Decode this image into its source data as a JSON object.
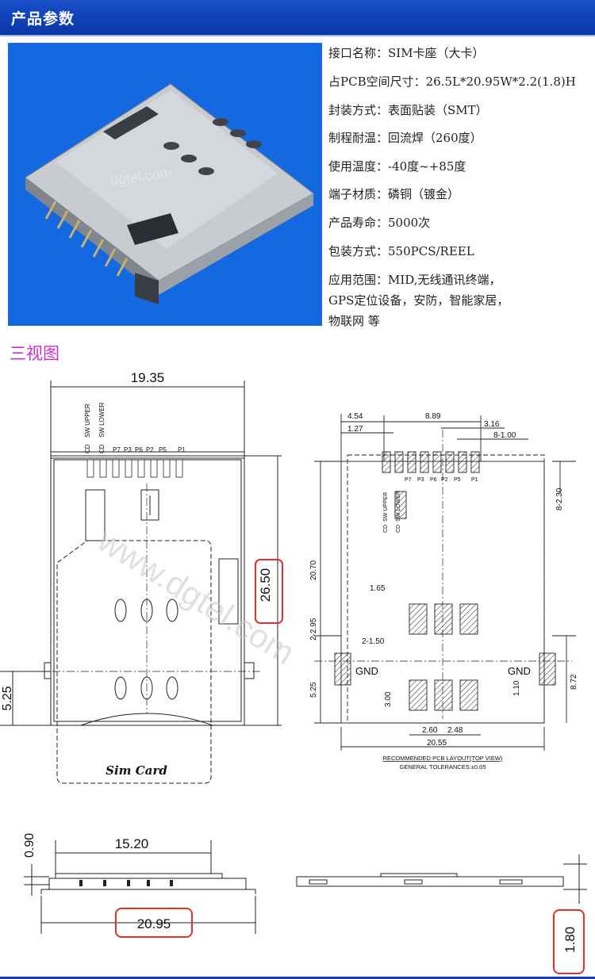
{
  "header": {
    "title": "产品参数"
  },
  "photo": {
    "watermark": "dgtel.com",
    "bg_color": "#1468e0"
  },
  "specs": {
    "lines": [
      "接口名称：SIM卡座（大卡）",
      "占PCB空间尺寸：26.5L*20.95W*2.2(1.8)H",
      "封装方式：表面贴装（SMT）",
      "制程耐温：回流焊（260度）",
      "使用温度：-40度~+85度",
      "端子材质：磷铜（镀金）",
      "产品寿命：5000次",
      "包装方式：550PCS/REEL",
      "应用范围：MID,无线通讯终端，",
      "GPS定位设备，安防，智能家居，",
      "物联网 等"
    ]
  },
  "section": {
    "title": "三视图"
  },
  "drawing_top": {
    "width_dim": "19.35",
    "height_dim": "26.50",
    "offset_dim": "5.25",
    "pin_labels": [
      "CD",
      "SW UPPER",
      "CD",
      "SW LOWER",
      "P7",
      "P3",
      "P6",
      "P2",
      "P5",
      "P1"
    ],
    "card_label": "Sim Card",
    "watermark": "www.dgtel.com"
  },
  "drawing_layout": {
    "dims": {
      "d454": "4.54",
      "d889": "8.89",
      "d316": "3.16",
      "d127": "1.27",
      "d8100": "8-1.00",
      "d8230": "8-2.30",
      "d2070": "20.70",
      "d165": "1.65",
      "d2295": "2-2.95",
      "d2150": "2-1.50",
      "d525": "5.25",
      "d300": "3.00",
      "d110": "1.10",
      "d872": "8.72",
      "d260": "2.60",
      "d248": "2.48",
      "d2055": "20.55"
    },
    "gnd_left": "GND",
    "gnd_right": "GND",
    "pin_row": [
      "P7",
      "P3",
      "P6",
      "P2",
      "P5",
      "P1"
    ],
    "cd_labels": [
      "CD",
      "SW UPPER",
      "CD",
      "SW LOWER"
    ],
    "caption1": "RECOMMENDED PCB LAYOUT(TOP VIEW)",
    "caption2": "GENERAL TOLERANCES:±0.05"
  },
  "drawing_side": {
    "d090": "0.90",
    "d1520": "15.20",
    "d2095": "20.95",
    "d180": "1.80"
  },
  "colors": {
    "highlight": "#e03030",
    "accent_purple": "#c832c8",
    "header_blue": "#0a36a8"
  }
}
